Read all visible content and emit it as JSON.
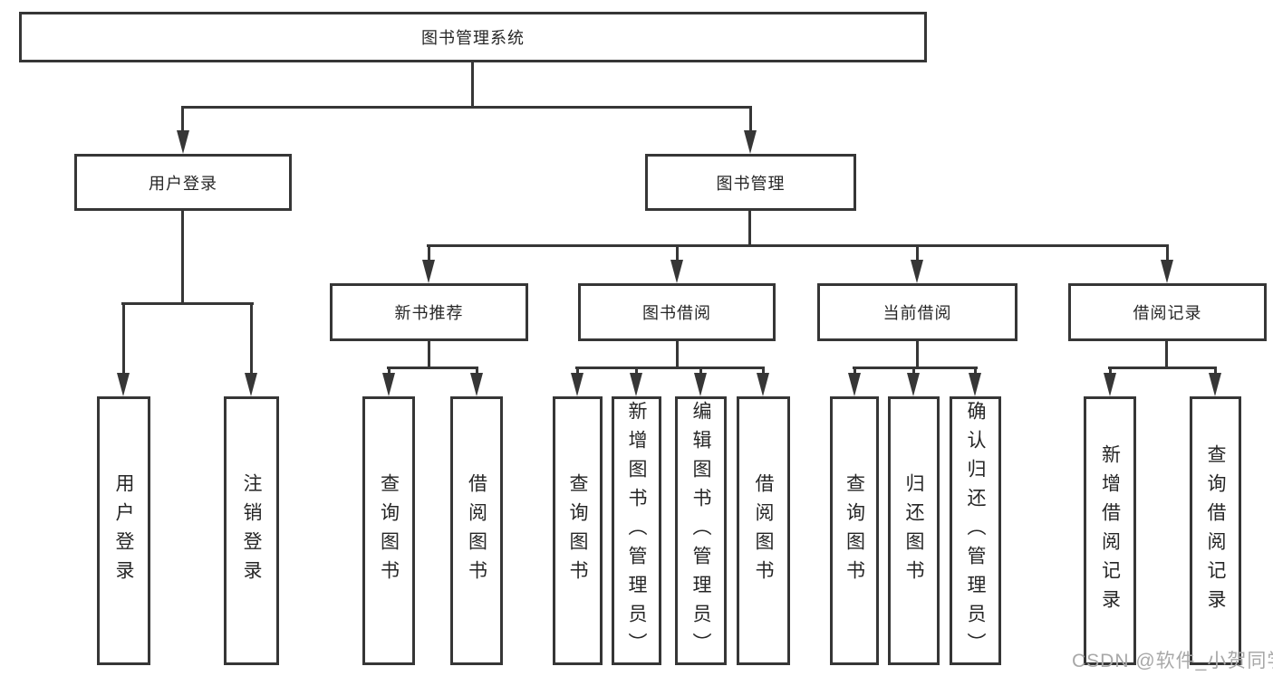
{
  "tree": {
    "label": "图书管理系统",
    "children": [
      {
        "label": "用户登录",
        "children": [
          {
            "label": "用户登录"
          },
          {
            "label": "注销登录"
          }
        ]
      },
      {
        "label": "图书管理",
        "children": [
          {
            "label": "新书推荐",
            "children": [
              {
                "label": "查询图书"
              },
              {
                "label": "借阅图书"
              }
            ]
          },
          {
            "label": "图书借阅",
            "children": [
              {
                "label": "查询图书"
              },
              {
                "label": "新增图书（管理员）"
              },
              {
                "label": "编辑图书（管理员）"
              },
              {
                "label": "借阅图书"
              }
            ]
          },
          {
            "label": "当前借阅",
            "children": [
              {
                "label": "查询图书"
              },
              {
                "label": "归还图书"
              },
              {
                "label": "确认归还（管理员）"
              }
            ]
          },
          {
            "label": "借阅记录",
            "children": [
              {
                "label": "新增借阅记录"
              },
              {
                "label": "查询借阅记录"
              }
            ]
          }
        ]
      }
    ]
  },
  "watermark": {
    "text": "CSDN @软件_小贺同学"
  },
  "colors": {
    "line": "#363636",
    "text": "#262626",
    "watermark": "#a8a8a8",
    "background": "#ffffff"
  }
}
